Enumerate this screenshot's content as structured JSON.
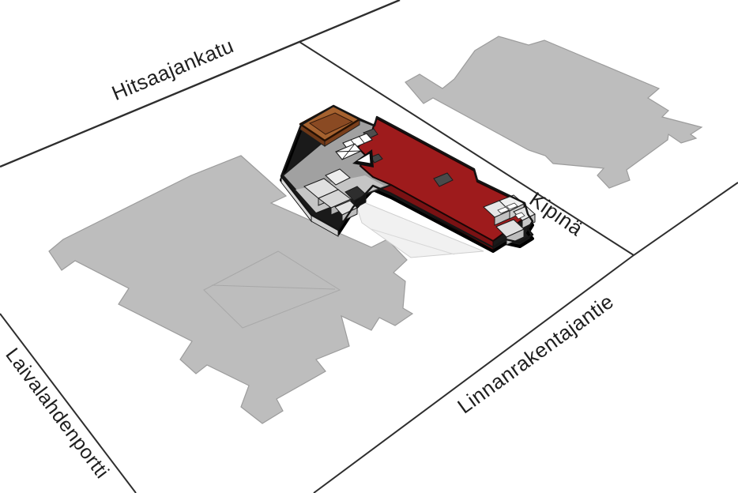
{
  "map": {
    "type": "site-plan",
    "background": "#ffffff",
    "labels": [
      {
        "id": "hitsaajankatu",
        "text": "Hitsaajankatu"
      },
      {
        "id": "kipina",
        "text": "Kipinä"
      },
      {
        "id": "linnanrakentajantie",
        "text": "Linnanrakentajantie"
      },
      {
        "id": "laivalahdenportti",
        "text": "Laivalahdenportti"
      }
    ],
    "colors": {
      "street_line": "#2e2e2e",
      "label_text": "#1f1f1f",
      "footprint_fill": "#bdbdbd",
      "footprint_stroke": "#9c9c9c",
      "highlight_red": "#9e1b1c",
      "highlight_red_dark": "#7a1113",
      "roof_gray": "#a1a1a1",
      "roof_gray_light": "#c5c5c5",
      "block_light": "#e6e6e6",
      "terrace_brown": "#a6622f",
      "terrace_brown_inner": "#8a4a23",
      "outline_black": "#161616",
      "courtyard_pale": "#f1f1f1"
    }
  }
}
